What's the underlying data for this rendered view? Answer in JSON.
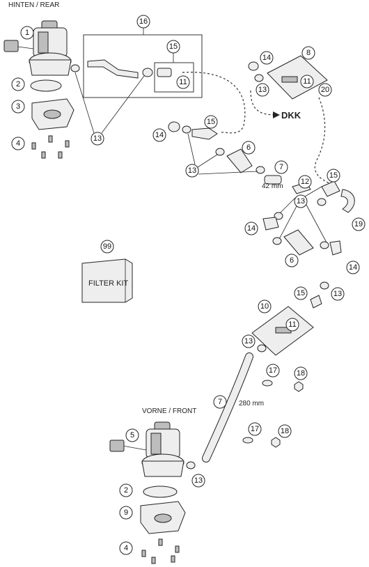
{
  "labels": {
    "rear": "HINTEN / REAR",
    "front": "VORNE / FRONT",
    "filter_kit": "FILTER KIT",
    "dkk": "DKK",
    "len_42": "42 mm",
    "len_280": "280 mm"
  },
  "callouts": {
    "c1": "1",
    "c2": "2",
    "c3": "3",
    "c4": "4",
    "c5": "5",
    "c6": "6",
    "c7": "7",
    "c8": "8",
    "c9": "9",
    "c10": "10",
    "c11": "11",
    "c12": "12",
    "c13": "13",
    "c14": "14",
    "c15": "15",
    "c16": "16",
    "c17": "17",
    "c18": "18",
    "c19": "19",
    "c20": "20",
    "c99": "99"
  }
}
